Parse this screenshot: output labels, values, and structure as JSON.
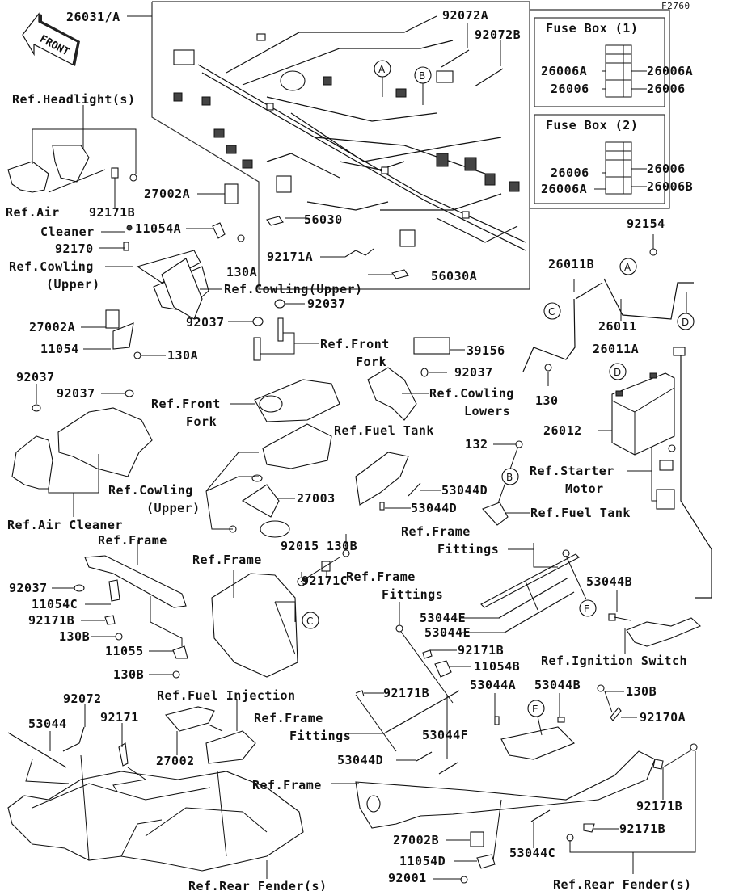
{
  "diagram": {
    "figure_id": "F2760",
    "front_arrow_label": "FRONT",
    "callouts": [
      "A",
      "B",
      "C",
      "D",
      "E"
    ],
    "fuse_box_1": {
      "title": "Fuse Box (1)",
      "left_labels": [
        "26006A",
        "26006"
      ],
      "right_labels": [
        "26006A",
        "26006"
      ]
    },
    "fuse_box_2": {
      "title": "Fuse Box (2)",
      "left_labels": [
        "26006",
        "26006A"
      ],
      "right_labels": [
        "26006",
        "26006B"
      ]
    },
    "labels": {
      "l26031A": "26031/A",
      "l92072A": "92072A",
      "l92072B": "92072B",
      "refHeadlight": "Ref.Headlight(s)",
      "l92171B_1": "92171B",
      "refAir1": "Ref.Air",
      "refAir2": "Cleaner",
      "l27002A_1": "27002A",
      "l11054A": "11054A",
      "l92170": "92170",
      "refCowl1a": "Ref.Cowling",
      "refCowl1b": "(Upper)",
      "l130A_1": "130A",
      "l56030": "56030",
      "l92171A": "92171A",
      "l56030A": "56030A",
      "refCowl2": "Ref.Cowling(Upper)",
      "l92037_a": "92037",
      "l92037_b": "92037",
      "l27002A_2": "27002A",
      "l11054": "11054",
      "l130A_2": "130A",
      "refFrontFork1a": "Ref.Front",
      "refFrontFork1b": "Fork",
      "l92154": "92154",
      "l26011B": "26011B",
      "l26011": "26011",
      "l26011A": "26011A",
      "l39156": "39156",
      "l92037_c": "92037",
      "refCowlLow1": "Ref.Cowling",
      "refCowlLow2": "Lowers",
      "l130": "130",
      "l26012": "26012",
      "l92037_d": "92037",
      "l92037_e": "92037",
      "refFrontFork2a": "Ref.Front",
      "refFrontFork2b": "Fork",
      "refFuelTank1": "Ref.Fuel Tank",
      "l132": "132",
      "refStarter1": "Ref.Starter",
      "refStarter2": "Motor",
      "l53044D_1": "53044D",
      "l53044D_2": "53044D",
      "refFuelTank2": "Ref.Fuel Tank",
      "refCowl3a": "Ref.Cowling",
      "refCowl3b": "(Upper)",
      "l27003": "27003",
      "refAirCleaner": "Ref.Air Cleaner",
      "refFrame1": "Ref.Frame",
      "refFrameFit1a": "Ref.Frame",
      "refFrameFit1b": "Fittings",
      "l130B_1": "130B",
      "l92015": "92015",
      "refFrame2": "Ref.Frame",
      "l92171C": "92171C",
      "refFrameFit2a": "Ref.Frame",
      "refFrameFit2b": "Fittings",
      "l92037_f": "92037",
      "l11054C": "11054C",
      "l92171B_2": "92171B",
      "l130B_2": "130B",
      "l11055": "11055",
      "l130B_3": "130B",
      "l53044B_1": "53044B",
      "l53044E_1": "53044E",
      "l53044E_2": "53044E",
      "refIgnition": "Ref.Ignition Switch",
      "l92171B_3": "92171B",
      "l11054B": "11054B",
      "refFuelInj": "Ref.Fuel Injection",
      "l92072": "92072",
      "l53044": "53044",
      "l92171": "92171",
      "l27002": "27002",
      "refFrameFit3a": "Ref.Frame",
      "refFrameFit3b": "Fittings",
      "l92171B_4": "92171B",
      "l53044A": "53044A",
      "l53044B_2": "53044B",
      "l130B_4": "130B",
      "l92170A": "92170A",
      "l53044F": "53044F",
      "l53044D_3": "53044D",
      "refFrame3": "Ref.Frame",
      "l92171B_5": "92171B",
      "l92171B_6": "92171B",
      "l27002B": "27002B",
      "l53044C": "53044C",
      "l11054D": "11054D",
      "l92001": "92001",
      "refRearFender1": "Ref.Rear Fender(s)",
      "refRearFender2": "Ref.Rear Fender(s)"
    }
  }
}
